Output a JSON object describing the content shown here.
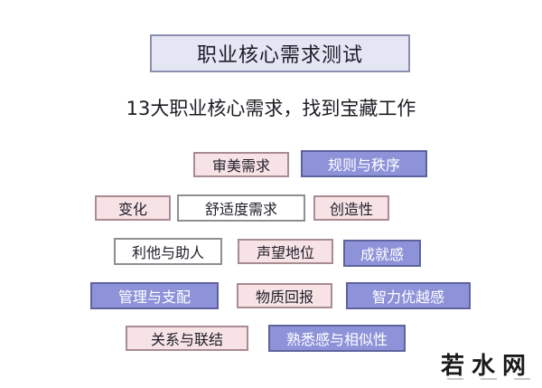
{
  "title": "职业核心需求测试",
  "subtitle": "13大职业核心需求，找到宝藏工作",
  "tags": {
    "aesthetic": "审美需求",
    "order": "规则与秩序",
    "change": "变化",
    "comfort": "舒适度需求",
    "creativity": "创造性",
    "altruism": "利他与助人",
    "prestige": "声望地位",
    "achievement": "成就感",
    "management": "管理与支配",
    "material": "物质回报",
    "intellect": "智力优越感",
    "relations": "关系与联结",
    "familiarity": "熟悉感与相似性"
  },
  "watermark": {
    "text": "若水网"
  },
  "colors": {
    "pink_fill": "#f7e3e6",
    "blue_fill": "#8e93d9",
    "title_fill": "#e4e6f4"
  }
}
